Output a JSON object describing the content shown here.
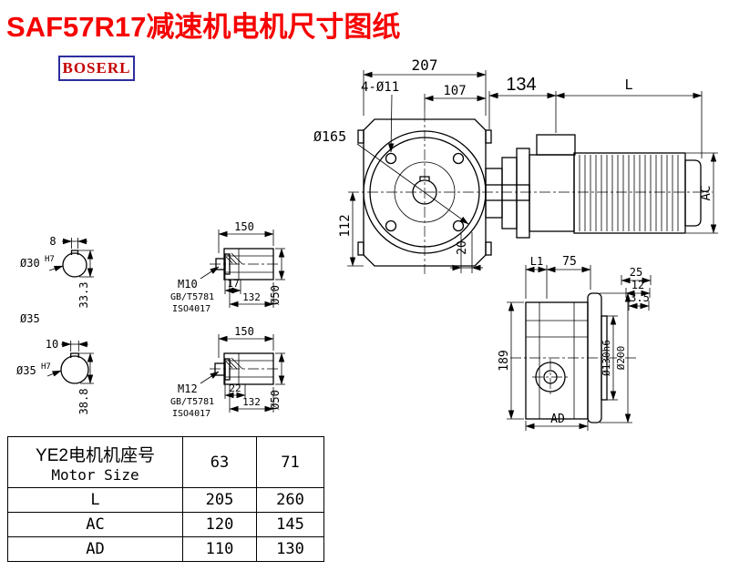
{
  "title": "SAF57R17减速机电机尺寸图纸",
  "logo": "BOSERL",
  "front_view": {
    "dim_width": "207",
    "dim_bolt_holes": "4-Ø11",
    "dim_half_width": "107",
    "dim_flange": "Ø165",
    "dim_height": "112",
    "dim_key": "20",
    "dim_134": "134",
    "dim_motor_length": "L",
    "dim_motor_height": "AC"
  },
  "side_view": {
    "dim_l1": "L1",
    "dim_75": "75",
    "dim_25": "25",
    "dim_12": "12",
    "dim_3_5": "3.5",
    "dim_height": "189",
    "dim_spigot": "Ø130h6",
    "dim_flange_od": "Ø200",
    "dim_ad": "AD"
  },
  "shaft_sections": {
    "bore30": {
      "keyway_width": "8",
      "bore": "Ø30",
      "fit": "H7",
      "keyway_height": "33.3",
      "outer_dia": "Ø35"
    },
    "bore35": {
      "keyway_width": "10",
      "bore": "Ø35",
      "fit": "H7",
      "keyway_height": "38.8"
    }
  },
  "shaft1": {
    "length": "150",
    "thread": "M10",
    "std1": "GB/T5781",
    "std2": "ISO4017",
    "head_len": "17",
    "body_len": "132",
    "dia": "Ø50"
  },
  "shaft2": {
    "length": "150",
    "thread": "M12",
    "std1": "GB/T5781",
    "std2": "ISO4017",
    "head_len": "22",
    "body_len": "132",
    "dia": "Ø50"
  },
  "table": {
    "header": {
      "cn": "YE2电机机座号",
      "en": "Motor Size",
      "size1": "63",
      "size2": "71"
    },
    "rows": [
      {
        "label": "L",
        "v1": "205",
        "v2": "260"
      },
      {
        "label": "AC",
        "v1": "120",
        "v2": "145"
      },
      {
        "label": "AD",
        "v1": "110",
        "v2": "130"
      }
    ]
  }
}
